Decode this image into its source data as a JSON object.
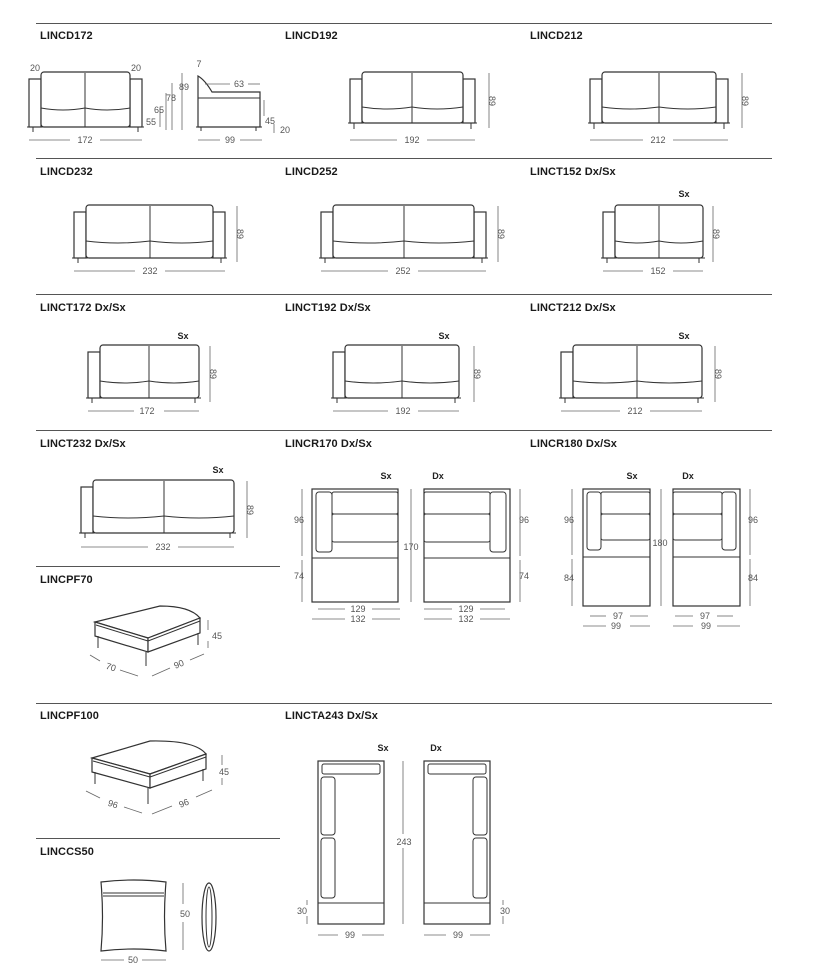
{
  "rows": [
    {
      "codes": [
        "LINCD172",
        "LINCD192",
        "LINCD212"
      ]
    },
    {
      "codes": [
        "LINCD232",
        "LINCD252",
        "LINCT152 Dx/Sx"
      ]
    },
    {
      "codes": [
        "LINCT172 Dx/Sx",
        "LINCT192 Dx/Sx",
        "LINCT212 Dx/Sx"
      ]
    },
    {
      "codes": [
        "LINCT232 Dx/Sx",
        "LINCR170 Dx/Sx",
        "LINCR180 Dx/Sx"
      ]
    }
  ],
  "codes_extra": {
    "pf70": "LINCPF70",
    "pf100": "LINCPF100",
    "ta243": "LINCTA243 Dx/Sx",
    "cs50": "LINCCS50"
  },
  "side_labels": {
    "sx": "Sx",
    "dx": "Dx"
  },
  "dims": {
    "d172": {
      "width": "172",
      "arm_l": "20",
      "arm_r": "20",
      "h89": "89",
      "h78": "78",
      "h65": "65",
      "h55": "55",
      "depth": "99",
      "seat_d": "63",
      "seat_h": "45",
      "leg": "20",
      "top": "7"
    },
    "d192": {
      "width": "192",
      "height": "89"
    },
    "d212": {
      "width": "212",
      "height": "89"
    },
    "d232": {
      "width": "232",
      "height": "89"
    },
    "d252": {
      "width": "252",
      "height": "89"
    },
    "t152": {
      "width": "152",
      "height": "89"
    },
    "t172": {
      "width": "172",
      "height": "89"
    },
    "t192": {
      "width": "192",
      "height": "89"
    },
    "t212": {
      "width": "212",
      "height": "89"
    },
    "t232": {
      "width": "232",
      "height": "89"
    },
    "r170": {
      "back": "96",
      "seat": "74",
      "total": "170",
      "inner": "129",
      "outer": "132"
    },
    "r180": {
      "back": "96",
      "seat": "84",
      "total": "180",
      "inner": "97",
      "outer": "99"
    },
    "pf70": {
      "a": "70",
      "b": "90",
      "h": "45"
    },
    "pf100": {
      "a": "96",
      "b": "96",
      "h": "45"
    },
    "ta243": {
      "length": "243",
      "end": "30",
      "width": "99"
    },
    "cs50": {
      "w": "50",
      "h": "50"
    }
  }
}
